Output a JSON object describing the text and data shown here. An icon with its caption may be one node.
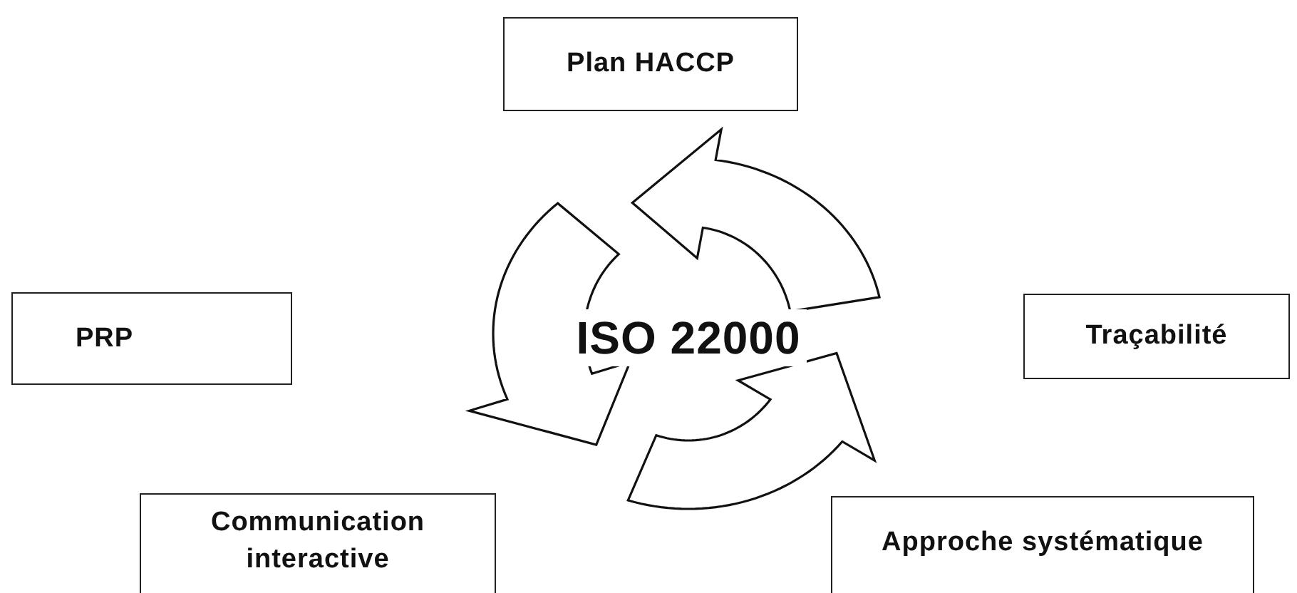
{
  "diagram": {
    "nodes": [
      {
        "text": [
          "Plan HACCP"
        ]
      },
      {
        "text": [
          "PRP"
        ]
      },
      {
        "text": [
          "ISO 22000"
        ]
      },
      {
        "text": [
          "Traçabilité"
        ]
      },
      {
        "text": [
          "Communication interactive"
        ]
      },
      {
        "text": [
          "Approche systématique"
        ]
      }
    ]
  }
}
